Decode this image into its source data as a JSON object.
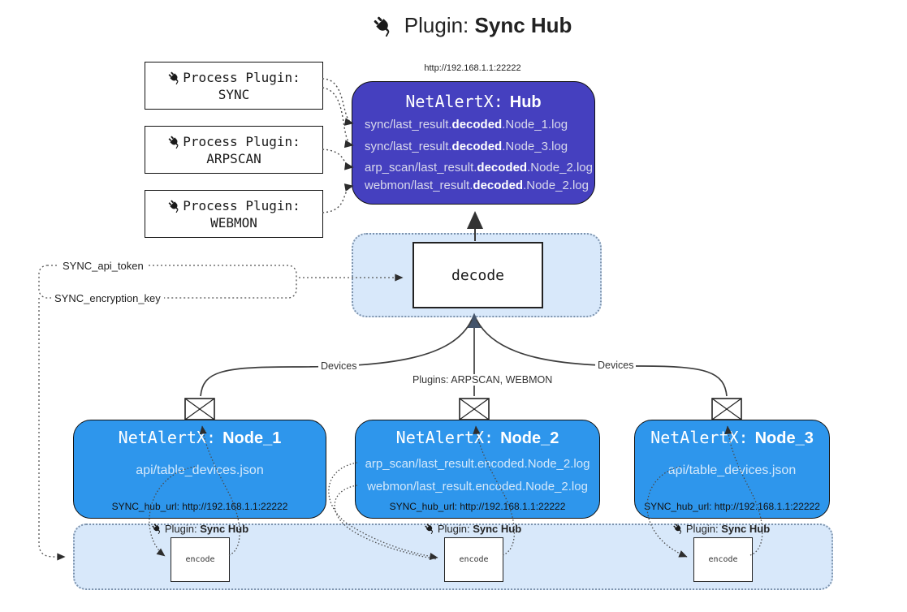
{
  "title": {
    "prefix": "Plugin:",
    "name": "Sync Hub"
  },
  "icons": {
    "title_icon": "plug-icon",
    "process_plugin_icon": "plug-icon",
    "node_mail_icon": "envelope-icon",
    "encode_label_icon": "plug-icon"
  },
  "colors": {
    "hub_fill": "#4540bf",
    "node_fill": "#2e96ec",
    "container_fill": "#d8e8fa",
    "container_border": "#7d93ad",
    "hub_text": "#d9d9ec",
    "node_text": "#d3e8fb"
  },
  "process_plugins": [
    {
      "label": "Process Plugin:",
      "name": "SYNC"
    },
    {
      "label": "Process Plugin:",
      "name": "ARPSCAN"
    },
    {
      "label": "Process Plugin:",
      "name": "WEBMON"
    }
  ],
  "hub": {
    "url": "http://192.168.1.1:22222",
    "title_prefix": "NetAlertX:",
    "title_name": "Hub",
    "lines": [
      {
        "pre": "sync/last_result.",
        "bold": "decoded",
        "post": ".Node_1.log"
      },
      {
        "pre": "sync/last_result.",
        "bold": "decoded",
        "post": ".Node_3.log"
      },
      {
        "pre": "arp_scan/last_result.",
        "bold": "decoded",
        "post": ".Node_2.log"
      },
      {
        "pre": "webmon/last_result.",
        "bold": "decoded",
        "post": ".Node_2.log"
      }
    ]
  },
  "decode": {
    "label": "decode"
  },
  "keys": {
    "api_token": "SYNC_api_token",
    "encryption_key": "SYNC_encryption_key"
  },
  "edges": {
    "devices_left": "Devices",
    "devices_right": "Devices",
    "plugins_center": "Plugins: ARPSCAN, WEBMON"
  },
  "nodes": [
    {
      "title_prefix": "NetAlertX:",
      "title_name": "Node_1",
      "lines": [
        "api/table_devices.json"
      ],
      "hub_url": "SYNC_hub_url: http://192.168.1.1:22222"
    },
    {
      "title_prefix": "NetAlertX:",
      "title_name": "Node_2",
      "lines": [
        "arp_scan/last_result.encoded.Node_2.log",
        "webmon/last_result.encoded.Node_2.log"
      ],
      "hub_url": "SYNC_hub_url: http://192.168.1.1:22222"
    },
    {
      "title_prefix": "NetAlertX:",
      "title_name": "Node_3",
      "lines": [
        "api/table_devices.json"
      ],
      "hub_url": "SYNC_hub_url: http://192.168.1.1:22222"
    }
  ],
  "encode": {
    "plugin_prefix": "Plugin:",
    "plugin_name": "Sync Hub",
    "label": "encode"
  }
}
